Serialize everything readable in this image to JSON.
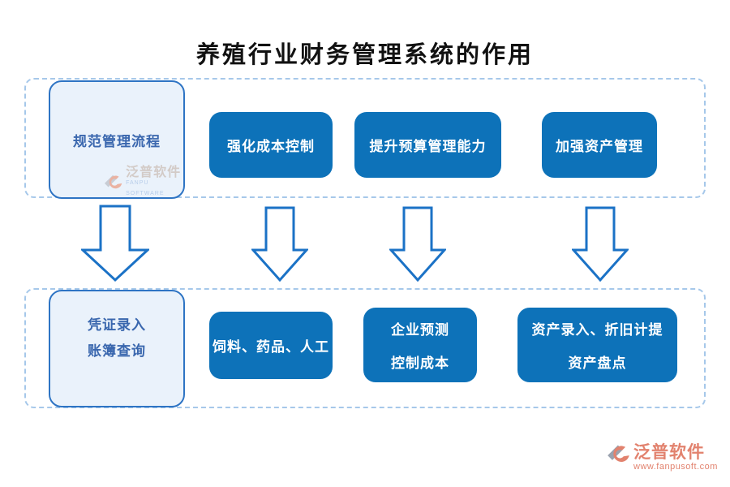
{
  "title": "养殖行业财务管理系统的作用",
  "top_row": {
    "source": "规范管理流程",
    "items": [
      "强化成本控制",
      "提升预算管理能力",
      "加强资产管理"
    ]
  },
  "bottom_row": {
    "source_lines": [
      "凭证录入",
      "账簿查询"
    ],
    "items": [
      {
        "line1": "饲料、药品、人工"
      },
      {
        "line1": "企业预测",
        "line2": "控制成本"
      },
      {
        "line1": "资产录入、折旧计提",
        "line2": "资产盘点"
      }
    ]
  },
  "watermark": {
    "brand": "泛普软件",
    "brand_sub": "FANPU SOFTWARE",
    "url": "www.fanpusoft.com"
  },
  "colors": {
    "process_box_blue": "#0d72b9",
    "source_box_fill": "#eaf2fb",
    "source_box_border": "#2e74c4",
    "group_dashed_border": "#a6c8ea",
    "arrow_outline": "#1b72c6",
    "title_color": "#111111",
    "brand_salmon": "#e2826e"
  }
}
